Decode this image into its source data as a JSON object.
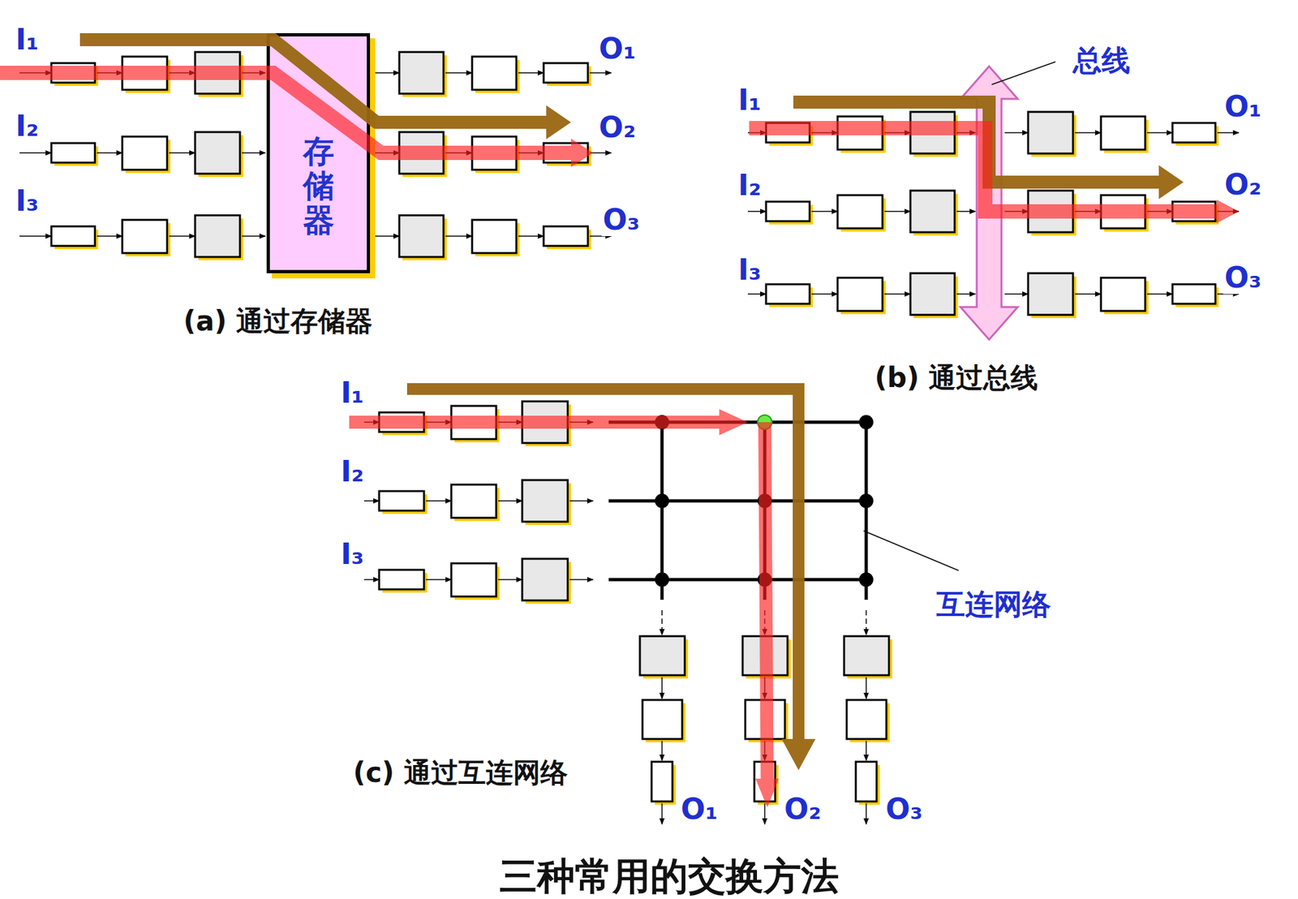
{
  "diagram": {
    "caption": "三种常用的交换方法",
    "nodes": [
      {
        "text": [
          "存储器"
        ]
      }
    ],
    "labels": [
      "I₁",
      "I₂",
      "I₃",
      "O₁",
      "O₂",
      "O₃",
      "(a) 通过存储器",
      "总线",
      "I₁",
      "I₂",
      "I₃",
      "O₁",
      "O₂",
      "O₃",
      "(b) 通过总线",
      "I₁",
      "I₂",
      "I₃",
      "O₁",
      "O₂",
      "O₃",
      "互连网络",
      "(c) 通过互连网络"
    ]
  }
}
